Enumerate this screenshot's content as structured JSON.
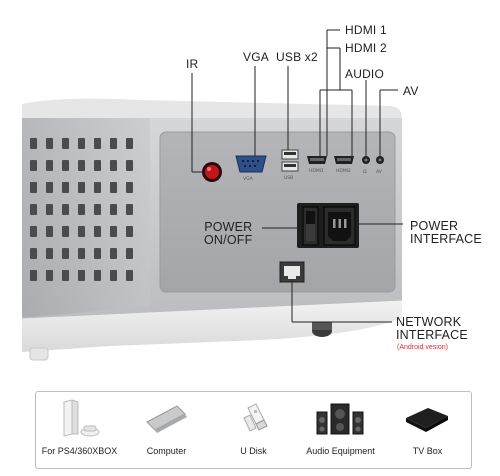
{
  "callouts": {
    "ir": "IR",
    "vga": "VGA",
    "usb": "USB x2",
    "hdmi1": "HDMI 1",
    "hdmi2": "HDMI 2",
    "audio": "AUDIO",
    "av": "AV",
    "power_switch_line1": "POWER",
    "power_switch_line2": "ON/OFF",
    "power_interface_line1": "POWER",
    "power_interface_line2": "INTERFACE",
    "network_line1": "NETWORK",
    "network_line2": "INTERFACE",
    "network_note": "(Android vesion)"
  },
  "panel_labels": {
    "vga": "VGA",
    "usb": "USB",
    "hdmi1": "HDMI1",
    "hdmi2": "HDMI2",
    "audio": "Ω",
    "av": "AV"
  },
  "devices": [
    {
      "label": "For PS4/360XBOX",
      "icon": "game-console-icon"
    },
    {
      "label": "Computer",
      "icon": "laptop-icon"
    },
    {
      "label": "U Disk",
      "icon": "usb-drive-icon"
    },
    {
      "label": "Audio Equipment",
      "icon": "speakers-icon"
    },
    {
      "label": "TV Box",
      "icon": "tv-box-icon"
    }
  ],
  "colors": {
    "housing": "#c9cacc",
    "panel": "#a9aaad",
    "ir_red": "#c0161c",
    "note_red": "#cc3333",
    "callout_line": "#222222"
  }
}
